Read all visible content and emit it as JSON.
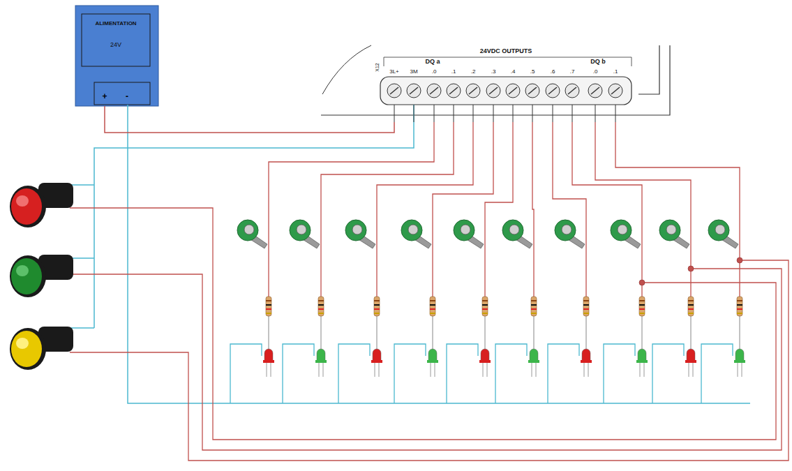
{
  "diagram": {
    "nodes": [
      {
        "text": [
          "ALIMENTATION",
          "24V"
        ]
      },
      {
        "text": [
          "24VDC OUTPUTS"
        ]
      }
    ],
    "edges": [
      {
        "from": 0,
        "to": 1,
        "arrow": "none"
      }
    ],
    "labels": [
      "+",
      "-",
      "X12",
      "DQ a",
      "DQ b",
      "3L+",
      "3M",
      ".0",
      ".1",
      ".2",
      ".3",
      ".4",
      ".5",
      ".6",
      ".7",
      ".0",
      ".1"
    ]
  }
}
